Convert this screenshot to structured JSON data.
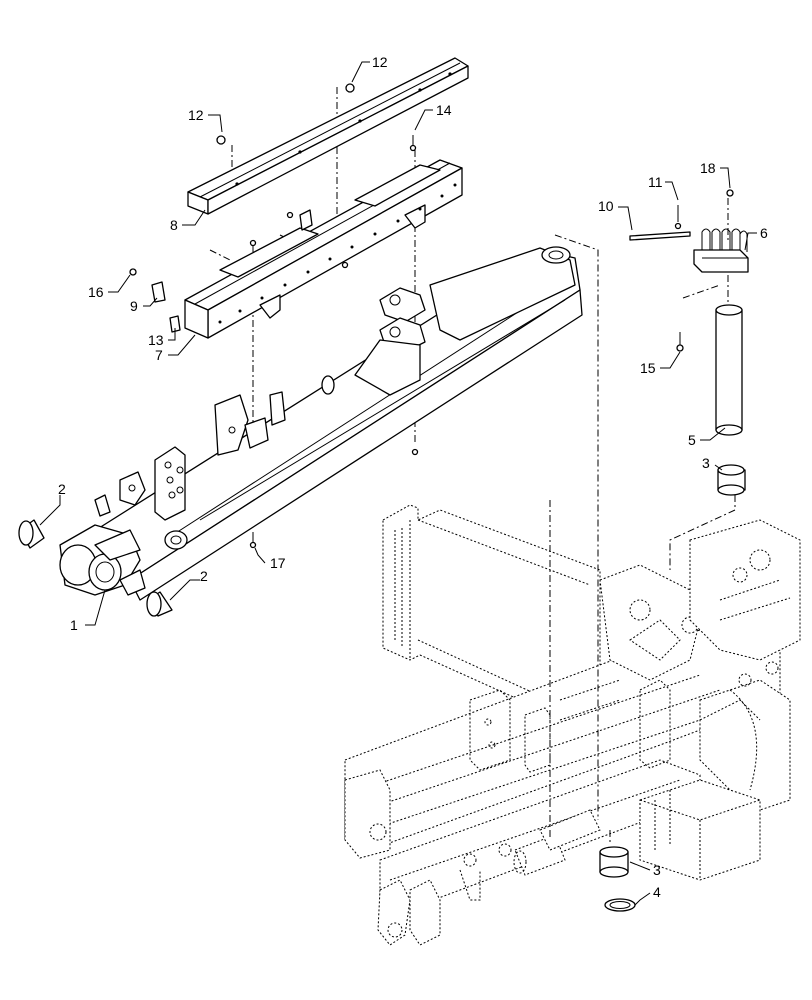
{
  "callouts": [
    {
      "id": "c1",
      "text": "1"
    },
    {
      "id": "c2a",
      "text": "2"
    },
    {
      "id": "c2b",
      "text": "2"
    },
    {
      "id": "c3a",
      "text": "3"
    },
    {
      "id": "c3b",
      "text": "3"
    },
    {
      "id": "c4",
      "text": "4"
    },
    {
      "id": "c5",
      "text": "5"
    },
    {
      "id": "c6",
      "text": "6"
    },
    {
      "id": "c7",
      "text": "7"
    },
    {
      "id": "c8",
      "text": "8"
    },
    {
      "id": "c9",
      "text": "9"
    },
    {
      "id": "c10",
      "text": "10"
    },
    {
      "id": "c11",
      "text": "11"
    },
    {
      "id": "c12a",
      "text": "12"
    },
    {
      "id": "c12b",
      "text": "12"
    },
    {
      "id": "c13",
      "text": "13"
    },
    {
      "id": "c14",
      "text": "14"
    },
    {
      "id": "c15",
      "text": "15"
    },
    {
      "id": "c16",
      "text": "16"
    },
    {
      "id": "c17",
      "text": "17"
    },
    {
      "id": "c18",
      "text": "18"
    }
  ]
}
